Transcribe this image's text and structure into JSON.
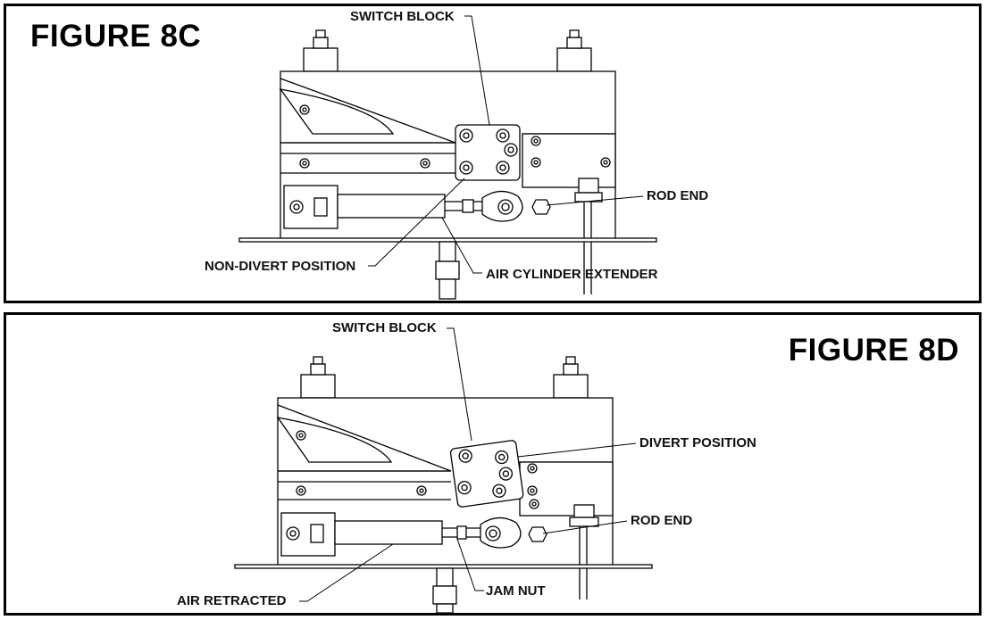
{
  "figure_8c": {
    "title": "FIGURE 8C",
    "labels": {
      "switch_block": "SWITCH BLOCK",
      "rod_end": "ROD END",
      "non_divert_position": "NON-DIVERT POSITION",
      "air_cylinder_extender": "AIR CYLINDER EXTENDER"
    }
  },
  "figure_8d": {
    "title": "FIGURE 8D",
    "labels": {
      "switch_block": "SWITCH BLOCK",
      "divert_position": "DIVERT POSITION",
      "rod_end": "ROD END",
      "jam_nut": "JAM NUT",
      "air_retracted": "AIR RETRACTED"
    }
  }
}
